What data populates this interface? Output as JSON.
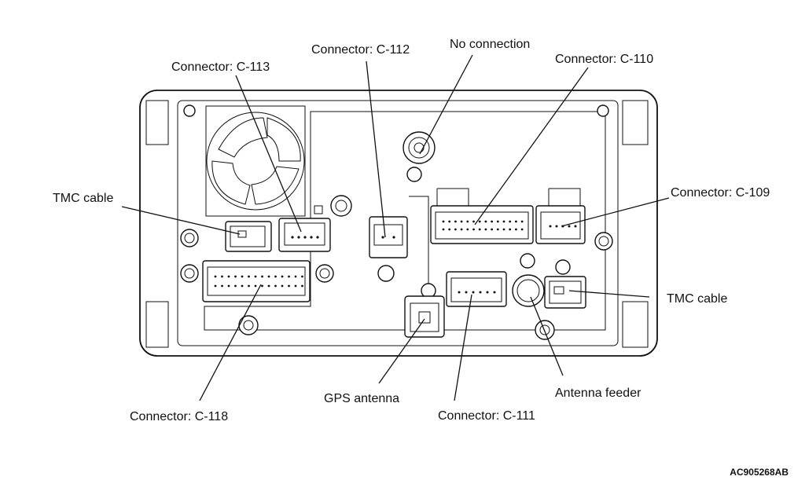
{
  "labels": {
    "connector_c113": "Connector: C-113",
    "connector_c112": "Connector: C-112",
    "no_connection": "No connection",
    "connector_c110": "Connector: C-110",
    "connector_c109": "Connector: C-109",
    "tmc_cable_left": "TMC cable",
    "tmc_cable_right": "TMC cable",
    "connector_c118": "Connector: C-118",
    "gps_antenna": "GPS antenna",
    "connector_c111": "Connector: C-111",
    "antenna_feeder": "Antenna feeder"
  },
  "figure_id": "AC905268AB",
  "colors": {
    "line": "#111111",
    "background": "#ffffff"
  }
}
